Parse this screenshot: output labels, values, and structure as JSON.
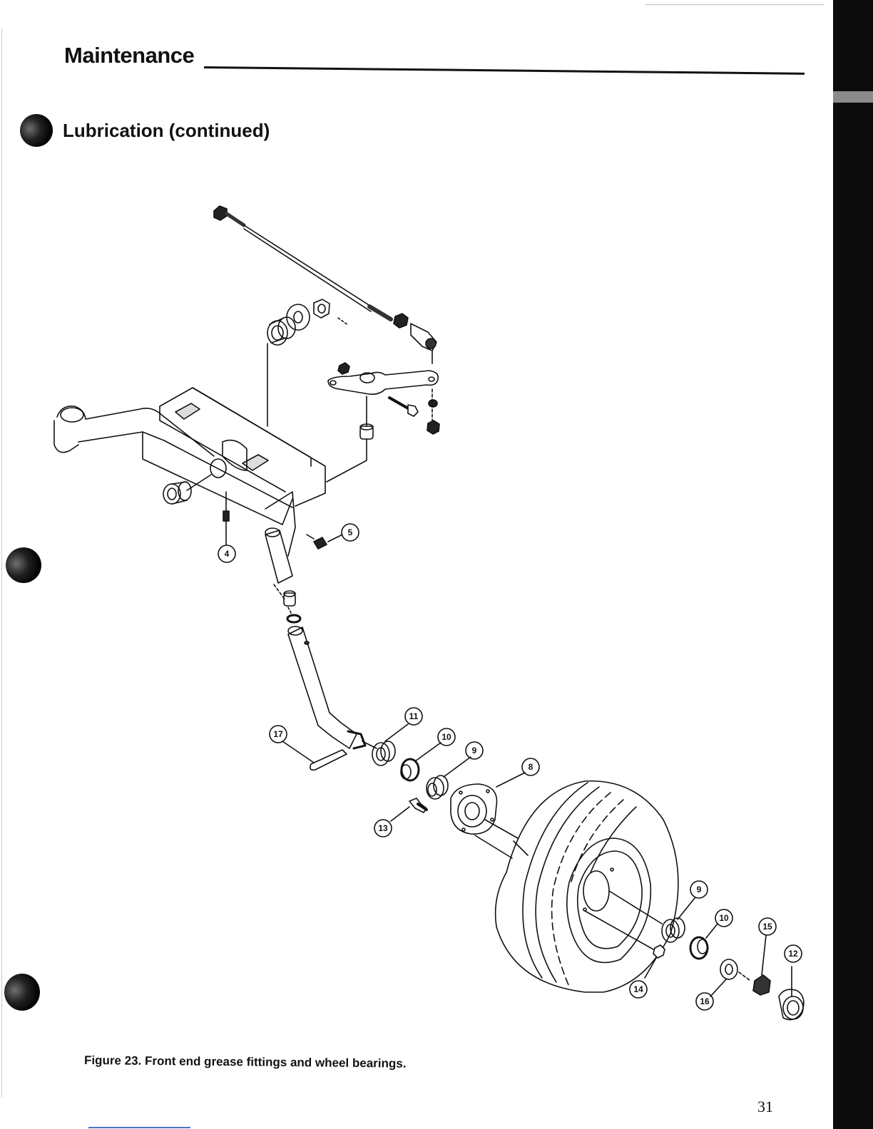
{
  "header": {
    "section_title": "Maintenance",
    "subsection_title": "Lubrication (continued)"
  },
  "figure": {
    "caption": "Figure 23.  Front end grease fittings and wheel bearings.",
    "callouts": [
      "4",
      "5",
      "8",
      "9",
      "10",
      "11",
      "12",
      "13",
      "14",
      "15",
      "16",
      "17",
      "9",
      "10"
    ]
  },
  "footer": {
    "page_number": "31"
  }
}
